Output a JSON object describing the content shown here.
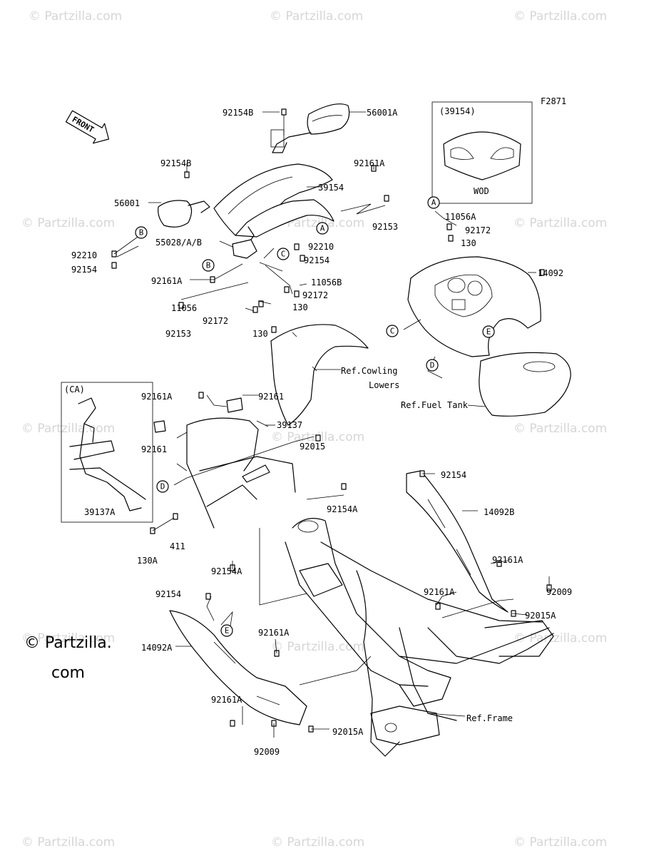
{
  "diagram_code": "F2871",
  "front_label": "FRONT",
  "watermark_text": "© Partzilla.com",
  "copyright": "© Partzilla.com",
  "inset_top": {
    "code": "(39154)",
    "variant": "WOD"
  },
  "inset_ca": {
    "code": "(CA)",
    "part": "39137A"
  },
  "circle_refs": [
    "A",
    "B",
    "C",
    "D",
    "E"
  ],
  "labels": [
    "92154B",
    "56001A",
    "92154B",
    "92161A",
    "39154",
    "56001",
    "92153",
    "55028/A/B",
    "92210",
    "92154",
    "92210",
    "92154",
    "92161A",
    "11056B",
    "92172",
    "11056",
    "130",
    "92172",
    "92153",
    "130",
    "11056A",
    "92172",
    "130",
    "14092",
    "Ref.Cowling",
    "Lowers",
    "Ref.Fuel Tank",
    "92161A",
    "92161",
    "39137",
    "92161",
    "92015",
    "92154",
    "92154A",
    "14092B",
    "411",
    "130A",
    "92154A",
    "92161A",
    "92161A",
    "92009",
    "92015A",
    "92154",
    "92161A",
    "14092A",
    "92161A",
    "92015A",
    "Ref.Frame",
    "92009"
  ]
}
